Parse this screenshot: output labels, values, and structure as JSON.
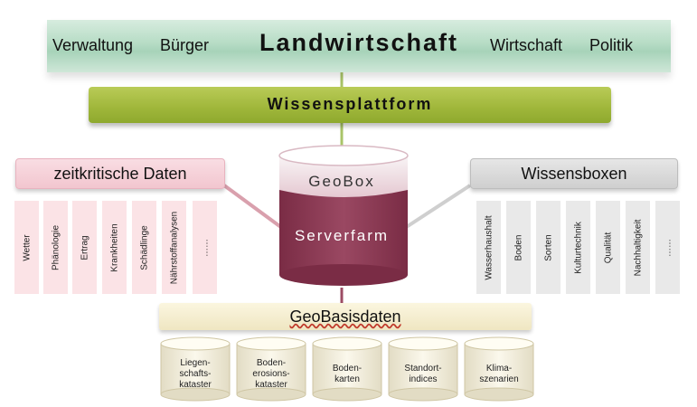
{
  "banner": {
    "left_labels": [
      "Verwaltung",
      "Bürger"
    ],
    "title": "Landwirtschaft",
    "right_labels": [
      "Wirtschaft",
      "Politik"
    ]
  },
  "platform": {
    "label": "Wissensplattform"
  },
  "server": {
    "top_label": "GeoBox",
    "main_label": "Serverfarm"
  },
  "left_panel": {
    "title": "zeitkritische Daten",
    "items": [
      "Wetter",
      "Phänologie",
      "Ertrag",
      "Krankheiten",
      "Schädlinge",
      "Nährstoffanalysen",
      "……"
    ]
  },
  "right_panel": {
    "title": "Wissensboxen",
    "items": [
      "Wasserhaushalt",
      "Boden",
      "Sorten",
      "Kulturtechnik",
      "Qualität",
      "Nachhaltigkeit",
      "……"
    ]
  },
  "base": {
    "label": "GeoBasisdaten",
    "cylinders": [
      [
        "Liegen-",
        "schafts-",
        "kataster"
      ],
      [
        "Boden-",
        "erosions-",
        "kataster"
      ],
      [
        "Boden-",
        "karten"
      ],
      [
        "Standort-",
        "indices"
      ],
      [
        "Klima-",
        "szenarien"
      ]
    ]
  },
  "colors": {
    "server": "#8e3b55",
    "server_top": "#f3dfe5",
    "connector_green": "#a9c468",
    "connector_pink": "#d9a0ad"
  }
}
